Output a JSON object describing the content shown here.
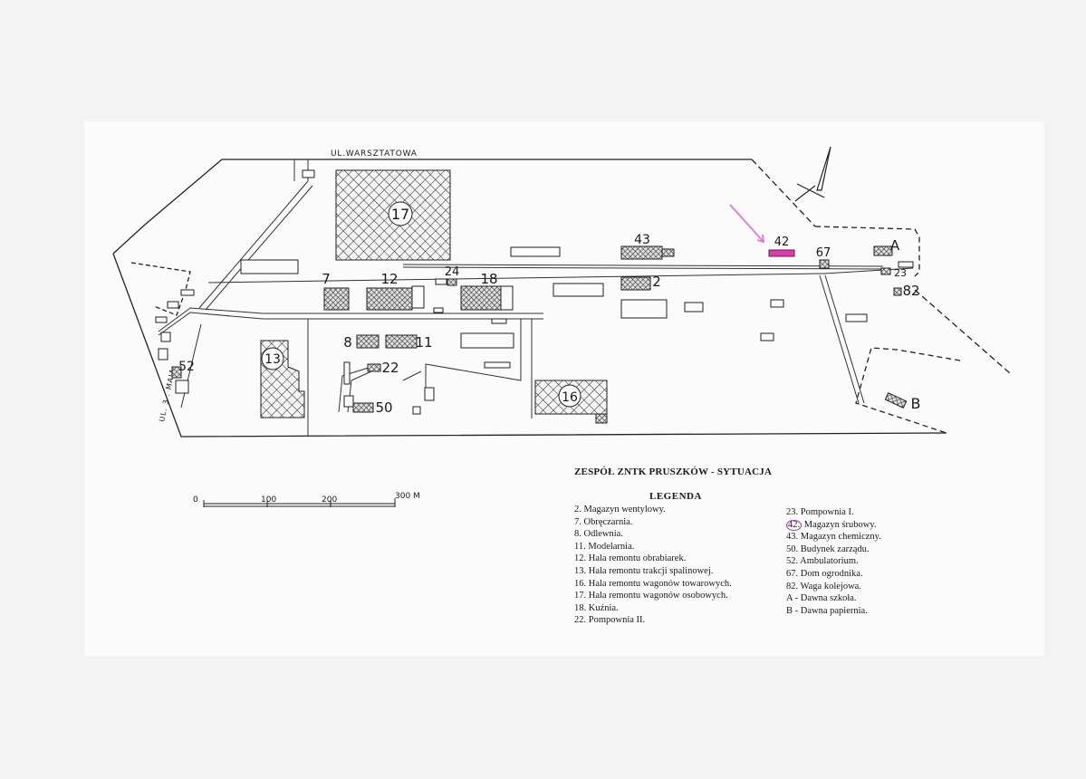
{
  "map": {
    "street_top": "UL.WARSZTATOWA",
    "street_left": "UL. 3 . MAJA",
    "buildings": [
      "17",
      "43",
      "42",
      "67",
      "A",
      "23",
      "82",
      "7",
      "12",
      "24",
      "18",
      "2",
      "13",
      "52",
      "8",
      "11",
      "22",
      "50",
      "16",
      "B"
    ],
    "highlight_color": "#d63fa8",
    "arrow_color": "#e079cf",
    "scale": {
      "zero": "0",
      "t100": "100",
      "t200": "200",
      "t300": "300 M"
    }
  },
  "title": "ZESPÓŁ ZNTK PRUSZKÓW - SYTUACJA",
  "legend": {
    "heading": "LEGENDA",
    "left": [
      "2. Magazyn wentylowy.",
      "7. Obręczarnia.",
      "8. Odlewnia.",
      "11. Modelarnia.",
      "12. Hala remontu obrabiarek.",
      "13. Hala remontu trakcji spalinowej.",
      "16. Hala remontu wagonów towarowych.",
      "17. Hala remontu wagonów osobowych.",
      "18. Kuźnia.",
      "22. Pompownia II."
    ],
    "right": [
      "23. Pompownia I.",
      "Magazyn śrubowy.",
      "43. Magazyn chemiczny.",
      "50. Budynek zarządu.",
      "52. Ambulatorium.",
      "67. Dom ogrodnika.",
      "82. Waga kolejowa.",
      "A - Dawna szkoła.",
      "B - Dawna papiernia."
    ],
    "highlight_number": "42."
  }
}
